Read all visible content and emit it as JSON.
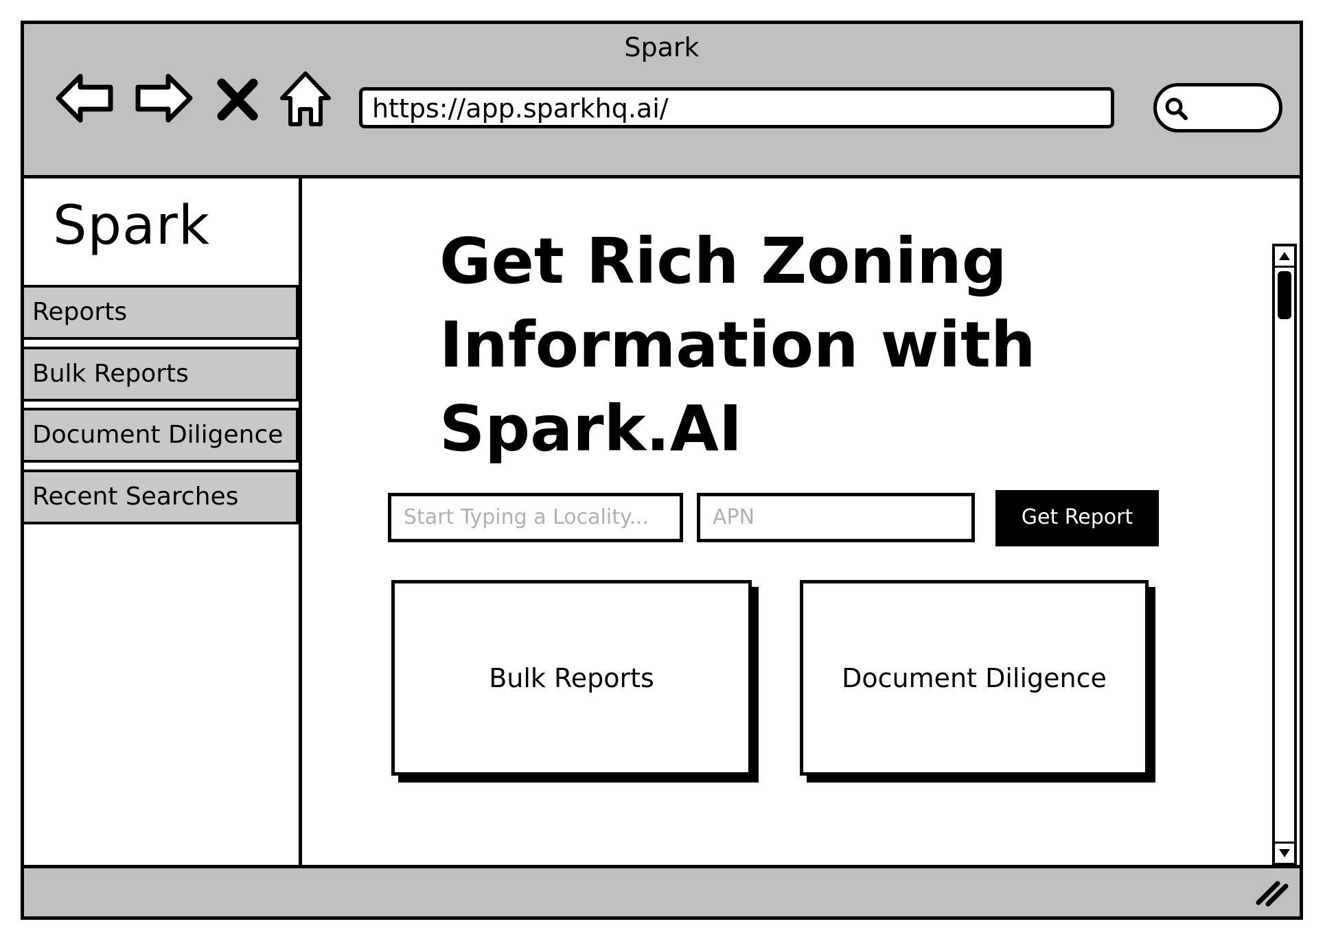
{
  "window": {
    "title": "Spark"
  },
  "browser": {
    "url": "https://app.sparkhq.ai/",
    "icons": {
      "back": "back-arrow-icon",
      "forward": "forward-arrow-icon",
      "stop": "close-icon",
      "home": "home-icon",
      "search": "search-icon"
    }
  },
  "sidebar": {
    "brand": "Spark",
    "items": [
      {
        "label": "Reports"
      },
      {
        "label": "Bulk Reports"
      },
      {
        "label": "Document Diligence"
      },
      {
        "label": "Recent Searches"
      }
    ]
  },
  "main": {
    "headline_lines": [
      "Get Rich Zoning",
      "Information with",
      "Spark.AI"
    ],
    "locality_placeholder": "Start Typing a Locality...",
    "apn_placeholder": "APN",
    "get_report_label": "Get Report",
    "cards": [
      {
        "label": "Bulk Reports"
      },
      {
        "label": "Document Diligence"
      }
    ]
  },
  "colors": {
    "chrome": "#c0c0c0",
    "sidebar_item": "#c8c8c8",
    "primary_button": "#000000",
    "placeholder": "#b0b0b0"
  }
}
